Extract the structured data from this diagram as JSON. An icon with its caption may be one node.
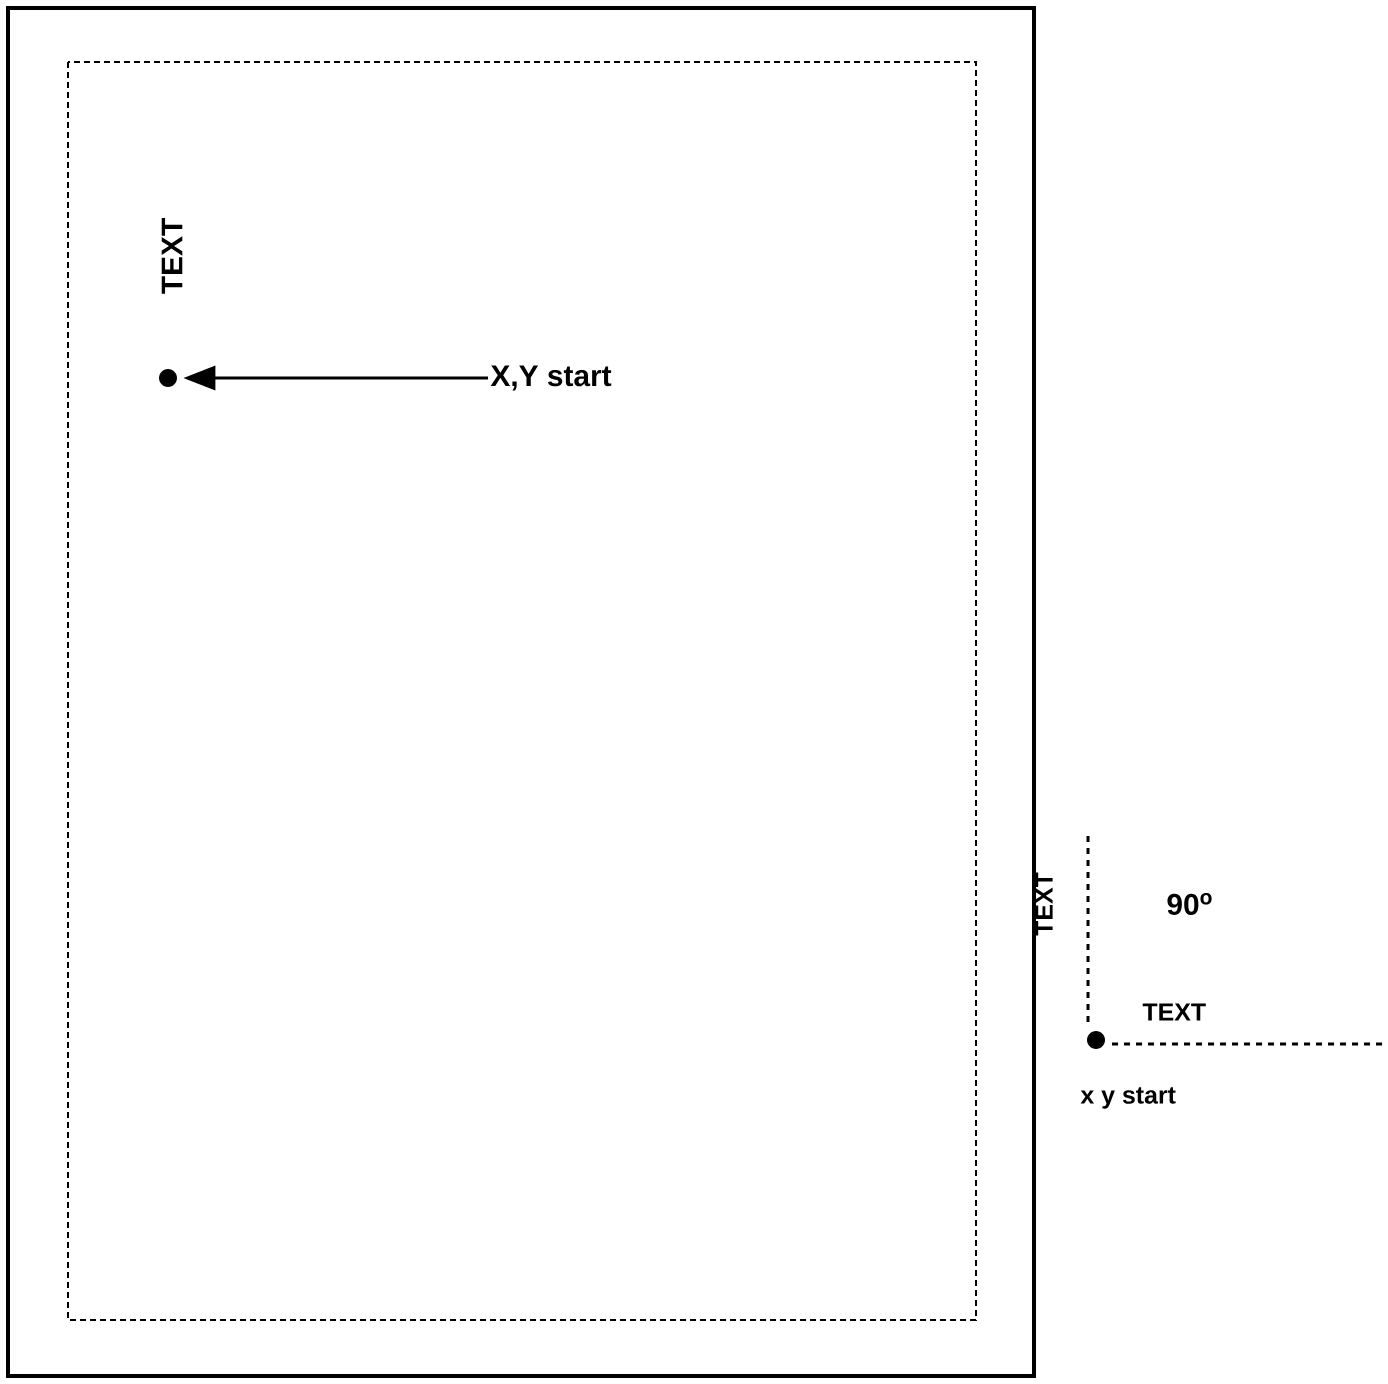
{
  "diagram": {
    "nodes": [
      {
        "text": [
          "X,Y start"
        ]
      },
      {
        "text": [],
        "shape": "circle"
      }
    ],
    "edges": [
      {
        "from": 0,
        "to": 1,
        "arrow": "to"
      }
    ],
    "labels": [
      "TEXT",
      "TEXT",
      "90$^{o}$",
      "TEXT",
      "x y start"
    ]
  }
}
